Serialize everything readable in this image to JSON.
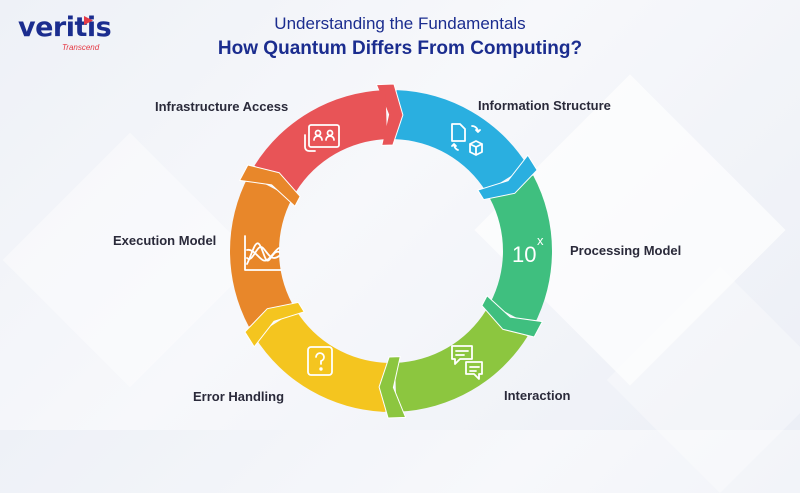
{
  "brand": {
    "name": "veritis",
    "tagline": "Transcend",
    "accent": "#e53945",
    "primary": "#1b2d8f"
  },
  "title": {
    "line1": "Understanding the Fundamentals",
    "line2": "How Quantum Differs From Computing?"
  },
  "segments": [
    {
      "label": "Information  Structure",
      "color": "#2aafe0",
      "icon": "files-sync-icon"
    },
    {
      "label": "Processing Model",
      "color": "#3fbf7f",
      "icon": "power-ten-icon",
      "icon_text": "10",
      "icon_sup": "x"
    },
    {
      "label": "Interaction",
      "color": "#8cc63f",
      "icon": "chat-bubbles-icon"
    },
    {
      "label": "Error Handling",
      "color": "#f4c51f",
      "icon": "question-icon"
    },
    {
      "label": "Execution Model",
      "color": "#e8872a",
      "icon": "waveform-chart-icon"
    },
    {
      "label": "Infrastructure  Access",
      "color": "#e85457",
      "icon": "users-network-icon"
    }
  ]
}
